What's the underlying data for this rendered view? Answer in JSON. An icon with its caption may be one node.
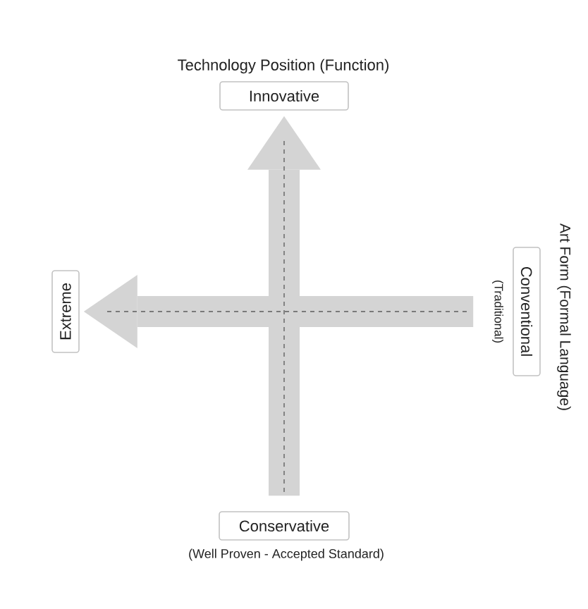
{
  "diagram": {
    "nodes": [
      {
        "text": [
          "Innovative"
        ]
      },
      {
        "text": [
          "Extreme"
        ]
      },
      {
        "text": [
          "Conventional"
        ],
        "beside": [
          "(Traditional)"
        ]
      },
      {
        "text": [
          "Conservative"
        ],
        "beside": [
          "(Well Proven - Accepted Standard)"
        ]
      }
    ],
    "edges": [
      {
        "from": 3,
        "to": 0,
        "arrow": "to"
      },
      {
        "from": 2,
        "to": 1,
        "arrow": "to"
      }
    ],
    "labels": [
      "Technology Position (Function)",
      "Art Form (Formal Language)"
    ]
  }
}
